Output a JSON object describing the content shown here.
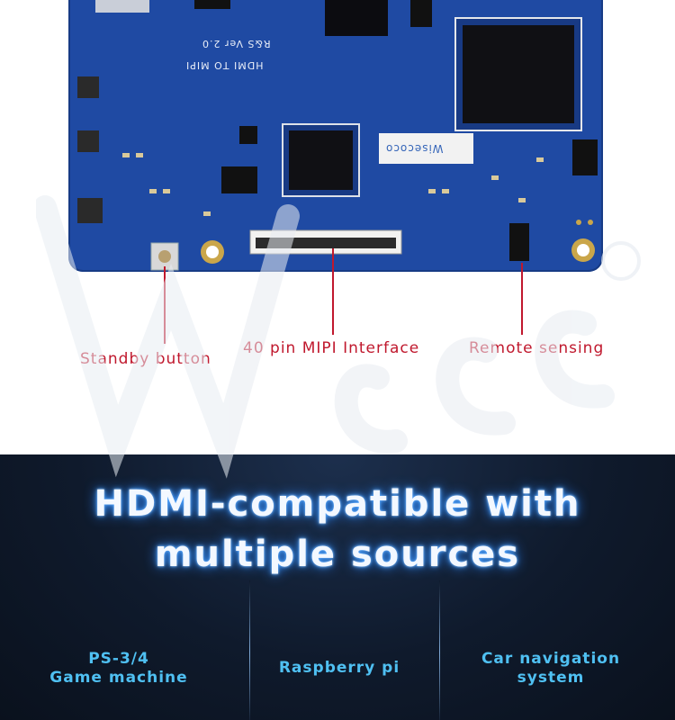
{
  "board": {
    "silk_title": "HDMI TO MIPI",
    "silk_version": "R&S Ver 2.0",
    "chip_label": "Wisecoco"
  },
  "callouts": {
    "standby": "Standby button",
    "mipi": "40 pin MIPI Interface",
    "remote": "Remote sensing"
  },
  "banner": {
    "headline_line1": "HDMI-compatible with",
    "headline_line2": "multiple sources",
    "sources": [
      {
        "line1": "PS-3/4",
        "line2": "Game machine"
      },
      {
        "line1": "Raspberry pi",
        "line2": ""
      },
      {
        "line1": "Car navigation",
        "line2": "system"
      }
    ]
  },
  "colors": {
    "pcb": "#1f4aa3",
    "callout": "#c0182d",
    "headline_glow": "#2b86ff",
    "source_text": "#4fc0f2",
    "banner_bg": "#0f1a2c"
  }
}
